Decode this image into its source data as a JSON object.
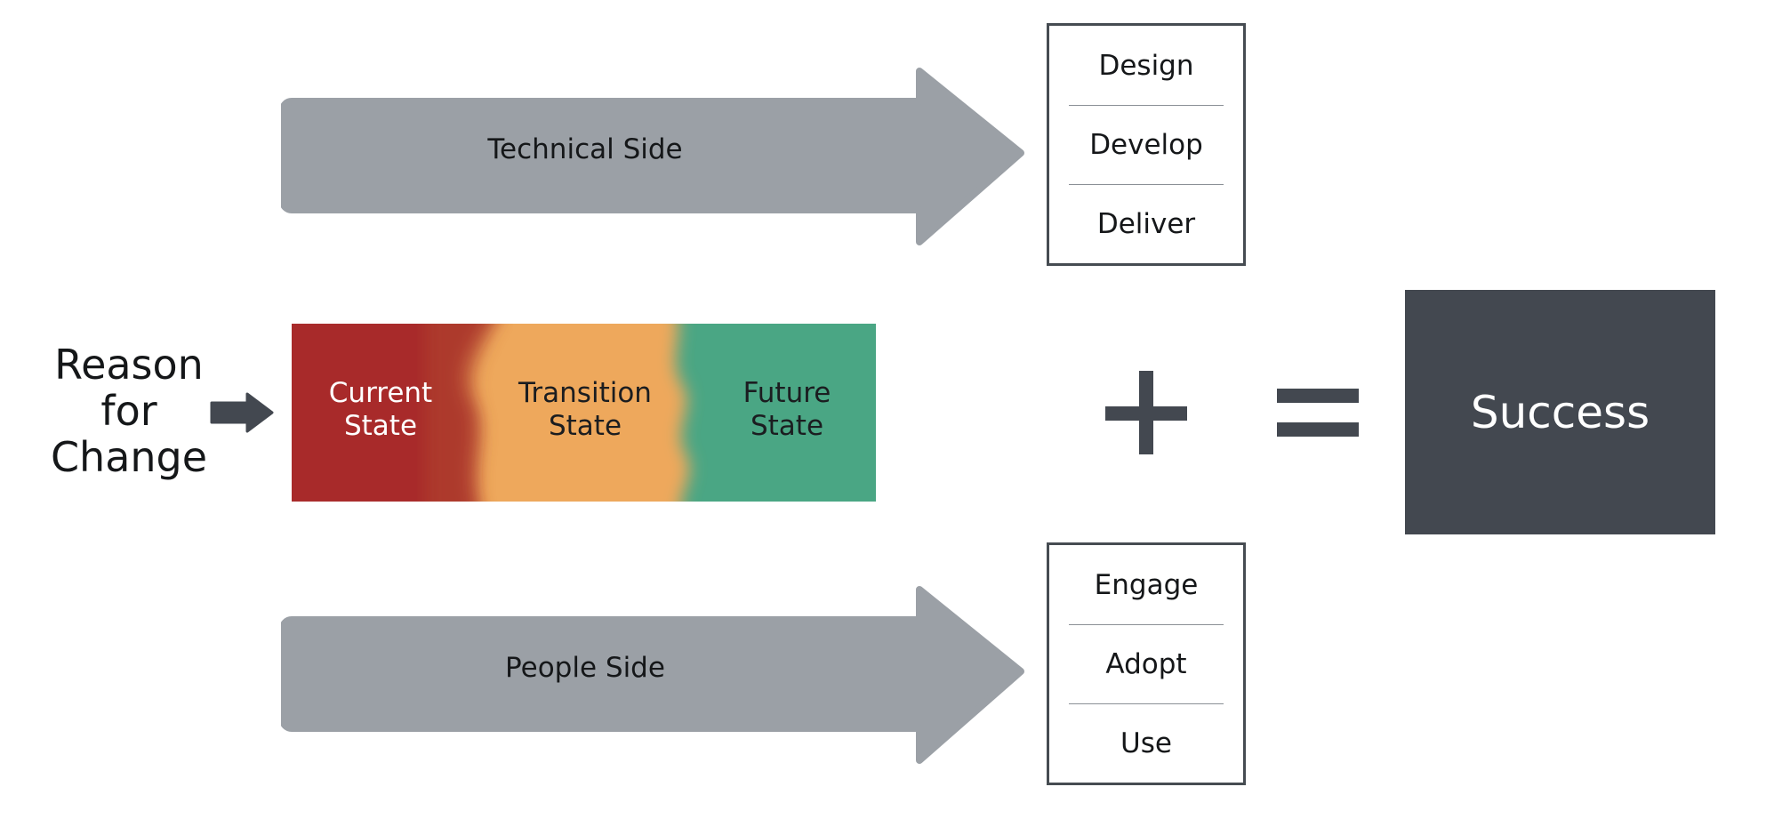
{
  "reason": {
    "lines": [
      "Reason",
      "for",
      "Change"
    ]
  },
  "technical": {
    "label": "Technical Side",
    "steps": [
      "Design",
      "Develop",
      "Deliver"
    ]
  },
  "states": {
    "current": [
      "Current",
      "State"
    ],
    "transition": [
      "Transition",
      "State"
    ],
    "future": [
      "Future",
      "State"
    ]
  },
  "people": {
    "label": "People Side",
    "steps": [
      "Engage",
      "Adopt",
      "Use"
    ]
  },
  "success": {
    "label": "Success"
  },
  "colors": {
    "arrow_gray": "#9ba0a6",
    "dark": "#434850",
    "current_red": "#a82a2a",
    "transition_orange": "#eea85c",
    "future_green": "#4aa684"
  }
}
